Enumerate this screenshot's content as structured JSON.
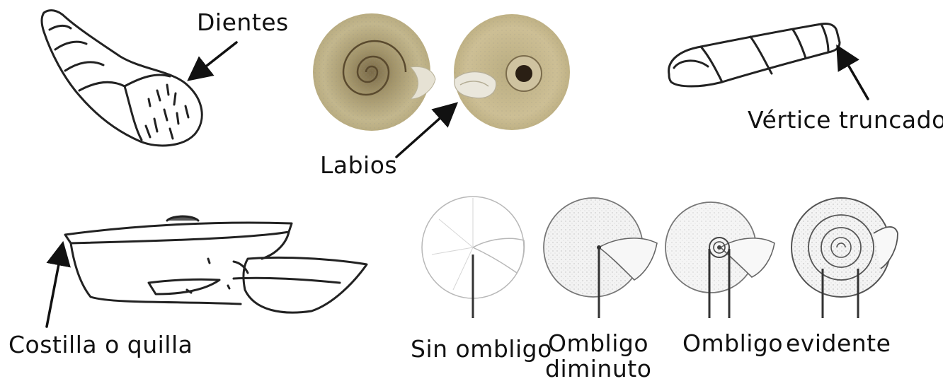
{
  "labels": {
    "dientes": "Dientes",
    "labios": "Labios",
    "vertice": "Vértice truncado",
    "costilla": "Costilla o quilla",
    "sin_ombligo": "Sin ombligo",
    "ombligo_diminuto_1": "Ombligo",
    "ombligo_diminuto_2": "diminuto",
    "ombligo": "Ombligo",
    "evidente": "evidente"
  },
  "colors": {
    "ink": "#222222",
    "shell_photo": "#b8aa7c",
    "shell_photo_dark": "#6b5d3f",
    "lip": "#e8e6dc"
  }
}
